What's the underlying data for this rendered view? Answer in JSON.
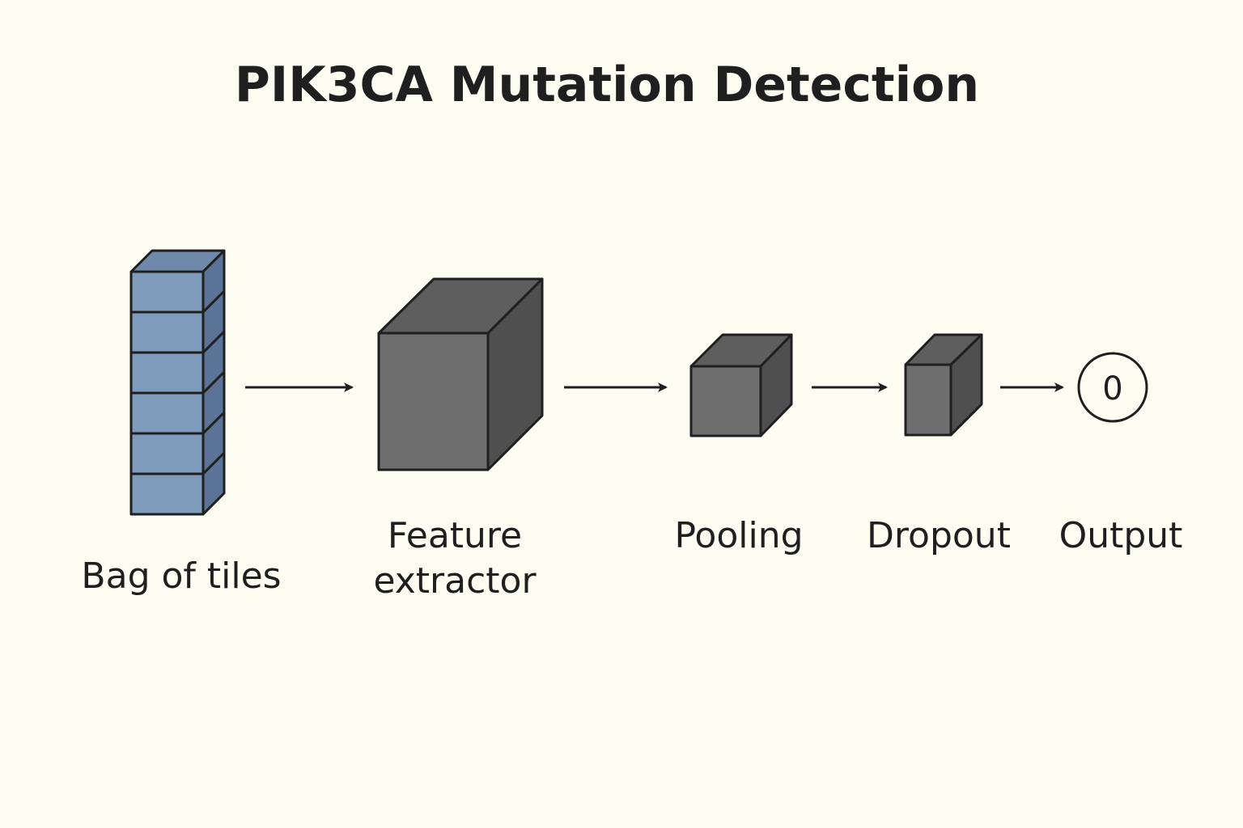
{
  "title": "PIK3CA Mutation Detection",
  "colors": {
    "background": "#fdfdf2",
    "tile_front": "#7f9bbb",
    "tile_top": "#6f89aa",
    "tile_side": "#5a7396",
    "block_front": "#6e6e6e",
    "block_top": "#5e5e5e",
    "block_side": "#4f4f4f",
    "stroke": "#1f1f1f"
  },
  "pipeline": [
    {
      "id": "bag",
      "label_lines": [
        "Bag of tiles"
      ],
      "icon": "tile-stack-icon"
    },
    {
      "id": "feature",
      "label_lines": [
        "Feature",
        "extractor"
      ],
      "icon": "cube-icon"
    },
    {
      "id": "pooling",
      "label_lines": [
        "Pooling"
      ],
      "icon": "cube-icon"
    },
    {
      "id": "dropout",
      "label_lines": [
        "Dropout"
      ],
      "icon": "cube-icon"
    },
    {
      "id": "output",
      "label_lines": [
        "Output"
      ],
      "icon": "circle-icon",
      "value": "0"
    }
  ]
}
